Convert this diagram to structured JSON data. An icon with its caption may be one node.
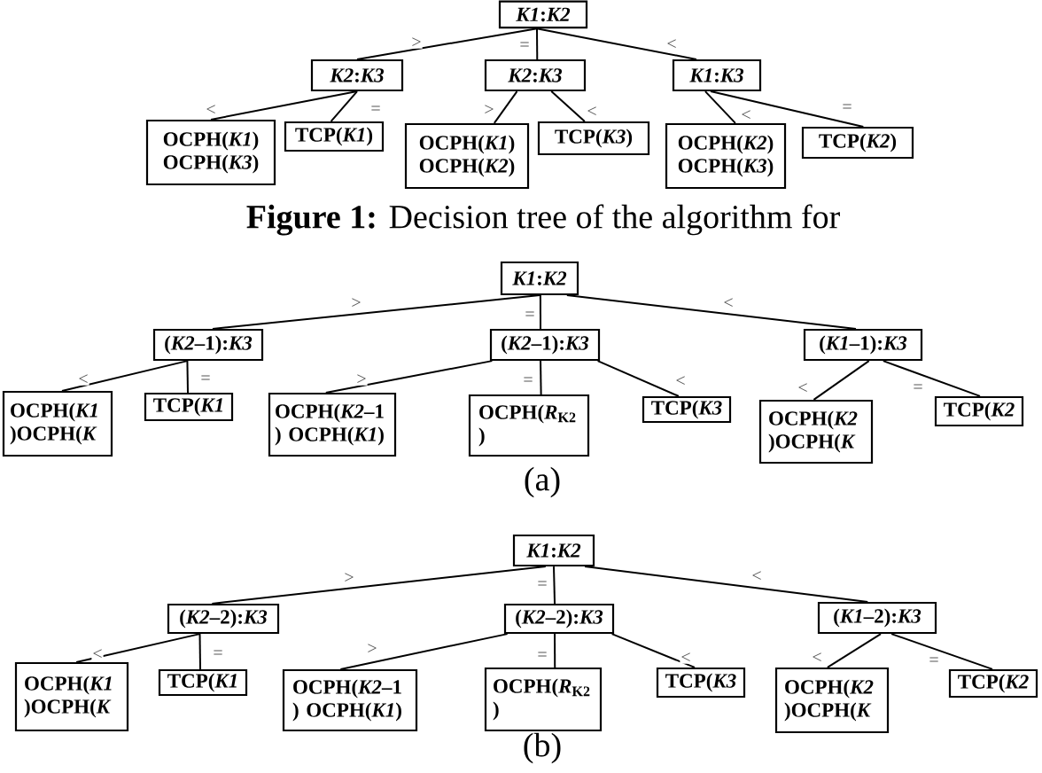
{
  "diagram": {
    "caption": "**Figure 1:** Decision tree of the algorithm for",
    "nodes": [
      {
        "text": [
          "*K1*:*K2*"
        ]
      },
      {
        "text": [
          "*K2*:*K3*"
        ]
      },
      {
        "text": [
          "*K2*:*K3*"
        ]
      },
      {
        "text": [
          "*K1*:*K3*"
        ]
      },
      {
        "text": [
          "OCPH(*K1*) OCPH(*K3*)"
        ]
      },
      {
        "text": [
          "TCP(*K1*)"
        ]
      },
      {
        "text": [
          "OCPH(*K1*) OCPH(*K2*)"
        ]
      },
      {
        "text": [
          "TCP(*K3*)"
        ]
      },
      {
        "text": [
          "OCPH(*K2*) OCPH(*K3*)"
        ]
      },
      {
        "text": [
          "TCP(*K2*)"
        ]
      },
      {
        "text": [
          "*K1*:*K2*"
        ]
      },
      {
        "text": [
          "(*K2*–1):*K3*"
        ]
      },
      {
        "text": [
          "(*K2*–1):*K3*"
        ]
      },
      {
        "text": [
          "(*K1*–1):*K3*"
        ]
      },
      {
        "text": [
          "OCPH(*K1* )OCPH(*K*"
        ]
      },
      {
        "text": [
          "TCP(*K1*"
        ]
      },
      {
        "text": [
          "OCPH(*K2*–1 ) OCPH(*K1*)"
        ]
      },
      {
        "text": [
          "OCPH(*R*$_{K2}$ )"
        ]
      },
      {
        "text": [
          "TCP(*K3*"
        ]
      },
      {
        "text": [
          "OCPH(*K2* )OCPH(*K*"
        ]
      },
      {
        "text": [
          "TCP(*K2*"
        ]
      },
      {
        "text": [
          "*K1*:*K2*"
        ]
      },
      {
        "text": [
          "(*K2*–2):*K3*"
        ]
      },
      {
        "text": [
          "(*K2*–2):*K3*"
        ]
      },
      {
        "text": [
          "(*K1*–2):*K3*"
        ]
      },
      {
        "text": [
          "OCPH(*K1* )OCPH(*K*"
        ]
      },
      {
        "text": [
          "TCP(*K1*"
        ]
      },
      {
        "text": [
          "OCPH(*K2*–1 ) OCPH(*K1*)"
        ]
      },
      {
        "text": [
          "OCPH(*R*$_{K2}$ )"
        ]
      },
      {
        "text": [
          "TCP(*K3*"
        ]
      },
      {
        "text": [
          "OCPH(*K2* )OCPH(*K*"
        ]
      },
      {
        "text": [
          "TCP(*K2*"
        ]
      }
    ],
    "edges": [
      {
        "from": 0,
        "to": 1,
        "arrow": "none",
        "label": ">"
      },
      {
        "from": 0,
        "to": 2,
        "arrow": "none",
        "label": "="
      },
      {
        "from": 0,
        "to": 3,
        "arrow": "none",
        "label": "<"
      },
      {
        "from": 1,
        "to": 4,
        "arrow": "none",
        "label": "<"
      },
      {
        "from": 1,
        "to": 5,
        "arrow": "none",
        "label": "="
      },
      {
        "from": 2,
        "to": 6,
        "arrow": "none",
        "label": ">"
      },
      {
        "from": 2,
        "to": 7,
        "arrow": "none",
        "label": "<"
      },
      {
        "from": 3,
        "to": 8,
        "arrow": "none",
        "label": "<"
      },
      {
        "from": 3,
        "to": 9,
        "arrow": "none",
        "label": "="
      },
      {
        "from": 10,
        "to": 11,
        "arrow": "none",
        "label": ">"
      },
      {
        "from": 10,
        "to": 12,
        "arrow": "none",
        "label": "="
      },
      {
        "from": 10,
        "to": 13,
        "arrow": "none",
        "label": "<"
      },
      {
        "from": 11,
        "to": 14,
        "arrow": "none",
        "label": "<"
      },
      {
        "from": 11,
        "to": 15,
        "arrow": "none",
        "label": "="
      },
      {
        "from": 12,
        "to": 16,
        "arrow": "none",
        "label": ">"
      },
      {
        "from": 12,
        "to": 17,
        "arrow": "none",
        "label": "="
      },
      {
        "from": 12,
        "to": 18,
        "arrow": "none",
        "label": "<"
      },
      {
        "from": 13,
        "to": 19,
        "arrow": "none",
        "label": "<"
      },
      {
        "from": 13,
        "to": 20,
        "arrow": "none",
        "label": "="
      },
      {
        "from": 21,
        "to": 22,
        "arrow": "none",
        "label": ">"
      },
      {
        "from": 21,
        "to": 23,
        "arrow": "none",
        "label": "="
      },
      {
        "from": 21,
        "to": 24,
        "arrow": "none",
        "label": "<"
      },
      {
        "from": 22,
        "to": 25,
        "arrow": "none",
        "label": "<"
      },
      {
        "from": 22,
        "to": 26,
        "arrow": "none",
        "label": "="
      },
      {
        "from": 23,
        "to": 27,
        "arrow": "none",
        "label": ">"
      },
      {
        "from": 23,
        "to": 28,
        "arrow": "none",
        "label": "="
      },
      {
        "from": 23,
        "to": 29,
        "arrow": "none",
        "label": "<"
      },
      {
        "from": 24,
        "to": 30,
        "arrow": "none",
        "label": "<"
      },
      {
        "from": 24,
        "to": 31,
        "arrow": "none",
        "label": "="
      }
    ],
    "labels": [
      "(a)",
      "(b)"
    ]
  }
}
